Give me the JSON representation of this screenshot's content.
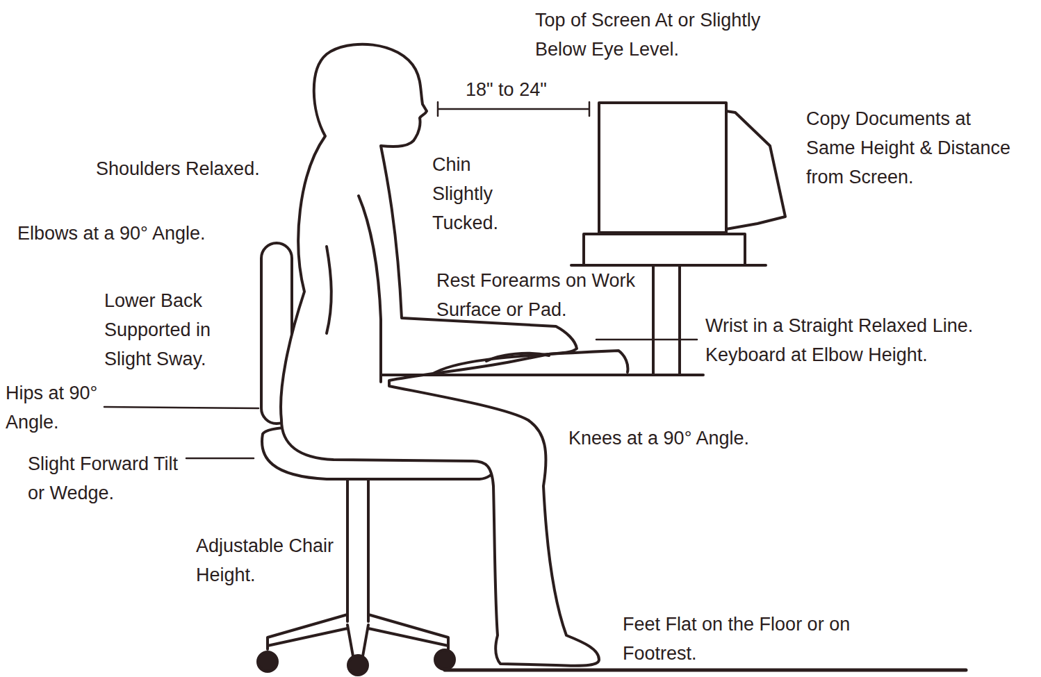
{
  "diagram": {
    "labels": [
      "Top of Screen At or Slightly Below Eye Level.",
      "18\" to 24\"",
      "Copy Documents at Same Height & Distance from Screen.",
      "Shoulders Relaxed.",
      "Chin Slightly Tucked.",
      "Elbows at a 90° Angle.",
      "Rest Forearms on Work Surface or Pad.",
      "Lower Back Supported in Slight Sway.",
      "Wrist in a Straight Relaxed Line.",
      "Keyboard at Elbow Height.",
      "Hips at 90° Angle.",
      "Slight Forward Tilt or Wedge.",
      "Knees at a 90° Angle.",
      "Adjustable Chair Height.",
      "Feet Flat on the Floor or on Footrest."
    ]
  }
}
